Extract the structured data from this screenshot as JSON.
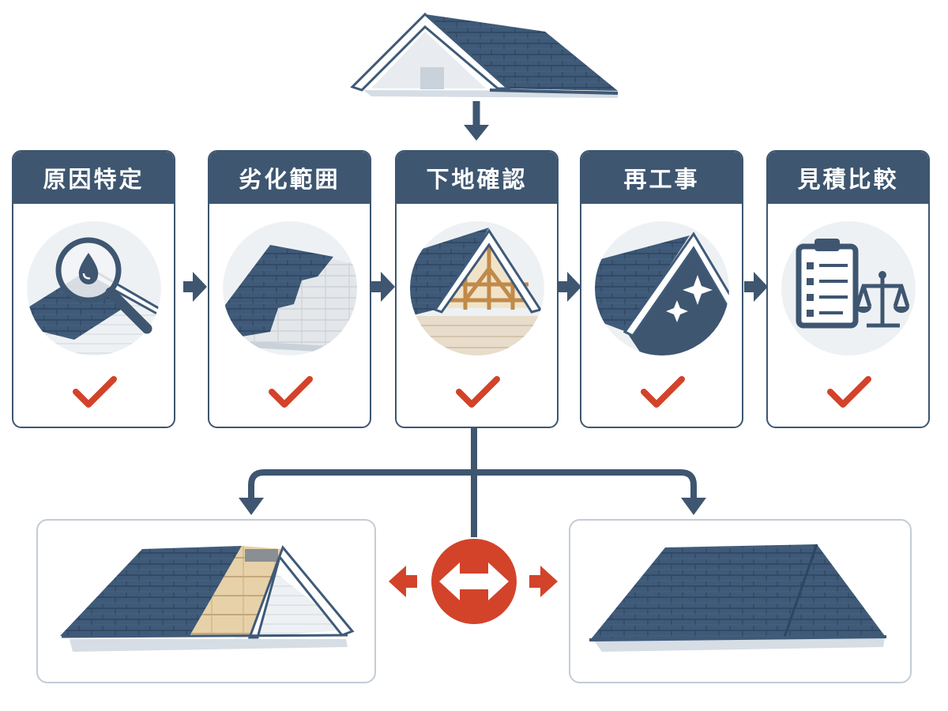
{
  "steps": [
    {
      "label": "原因特定",
      "icon": "magnifier-water-drop-icon"
    },
    {
      "label": "劣化範囲",
      "icon": "partially-faded-roof-icon"
    },
    {
      "label": "下地確認",
      "icon": "roof-frame-underlayer-icon"
    },
    {
      "label": "再工事",
      "icon": "sparkle-new-roof-icon"
    },
    {
      "label": "見積比較",
      "icon": "clipboard-scale-icon"
    }
  ],
  "colors": {
    "navy": "#3e5670",
    "roof": "#3f5a78",
    "check": "#d2432a",
    "compare_circle": "#d2432a"
  },
  "bottom_options": [
    {
      "icon": "partial-repair-roof-icon"
    },
    {
      "icon": "full-replacement-roof-icon"
    }
  ],
  "compare_icon": "double-arrow-compare-icon"
}
